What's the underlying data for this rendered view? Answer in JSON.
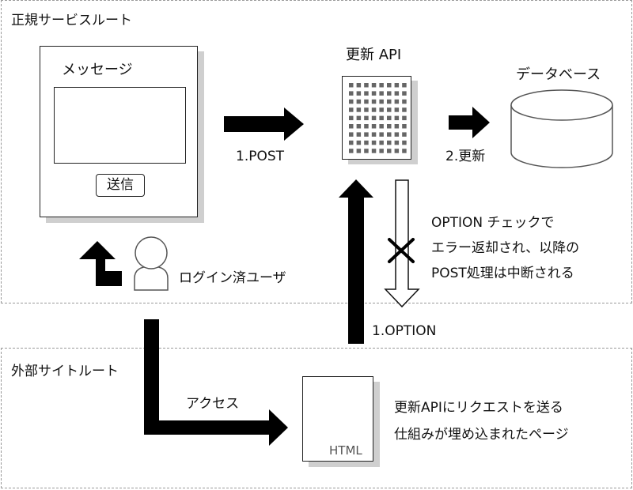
{
  "zones": {
    "official": {
      "label": "正規サービスルート"
    },
    "external": {
      "label": "外部サイトルート"
    }
  },
  "form": {
    "title": "メッセージ",
    "submit_label": "送信"
  },
  "api": {
    "title": "更新 API"
  },
  "database": {
    "title": "データベース"
  },
  "flows": {
    "post": "1.POST",
    "update": "2.更新",
    "option": "1.OPTION",
    "access": "アクセス"
  },
  "user": {
    "label": "ログイン済ユーザ"
  },
  "option_note": {
    "lines": [
      "OPTION チェックで",
      "エラー返却され、以降の",
      "POST処理は中断される"
    ]
  },
  "html_page": {
    "label": "HTML"
  },
  "page_note": {
    "lines": [
      "更新APIにリクエストを送る",
      "仕組みが埋め込まれたページ"
    ]
  },
  "icons": {
    "user": "user-icon",
    "database": "database-cylinder-icon",
    "cross": "cross-mark-icon"
  }
}
